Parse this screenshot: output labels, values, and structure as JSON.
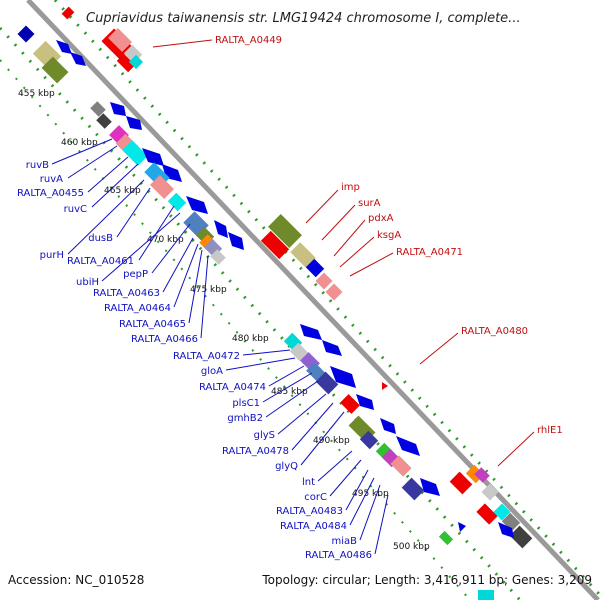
{
  "map": {
    "title": "Cupriavidus taiwanensis str. LMG19424 chromosome I, complete...",
    "ticks": [
      "455 kbp",
      "460 kbp",
      "465 kbp",
      "470 kbp",
      "475 kbp",
      "480 kbp",
      "485 kbp",
      "490 kbp",
      "495 kbp",
      "500 kbp"
    ],
    "labels_left": [
      "ruvB",
      "ruvA",
      "RALTA_A0455",
      "ruvC",
      "purH",
      "dusB",
      "RALTA_A0461",
      "ubiH",
      "pepP",
      "RALTA_A0463",
      "RALTA_A0464",
      "RALTA_A0465",
      "RALTA_A0466",
      "RALTA_A0472",
      "gloA",
      "RALTA_A0474",
      "plsC1",
      "gmhB2",
      "glyS",
      "RALTA_A0478",
      "glyQ",
      "lnt",
      "corC",
      "RALTA_A0483",
      "RALTA_A0484",
      "miaB",
      "RALTA_A0486"
    ],
    "labels_right": [
      "RALTA_A0449",
      "imp",
      "surA",
      "pdxA",
      "ksgA",
      "RALTA_A0471",
      "RALTA_A0480",
      "rhlE1"
    ],
    "colors": {
      "backbone": "#808080",
      "forward_gene": "#0000e0",
      "reverse_gene": "#ee0000",
      "label_blue": "#1010c0",
      "label_red": "#c01010",
      "dots": "#2e9a2e"
    }
  },
  "footer": {
    "accession": "Accession: NC_010528",
    "topology": "Topology: circular; Length: 3,416,911 bp; Genes: 3,209"
  }
}
